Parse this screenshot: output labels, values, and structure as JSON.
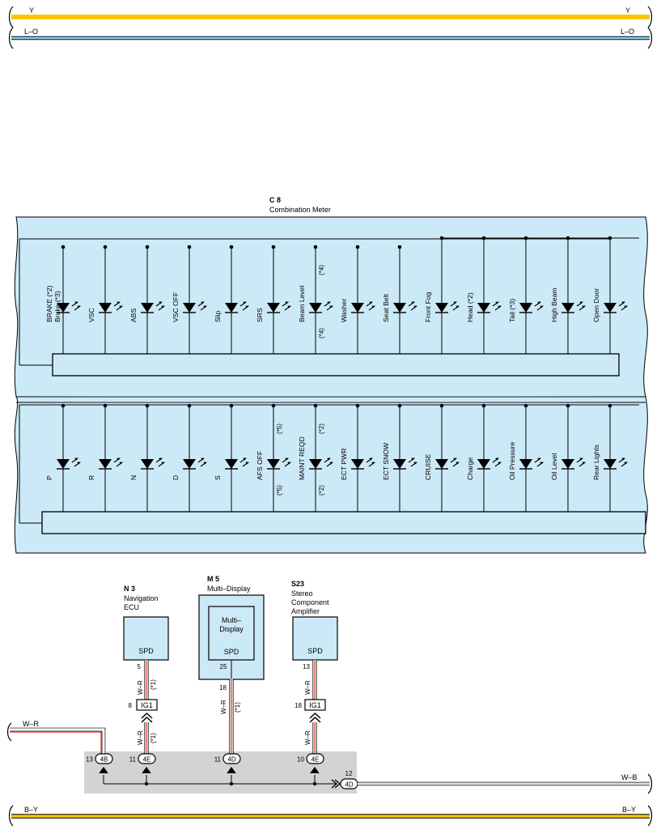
{
  "wires": {
    "top_yellow": {
      "label": "Y",
      "color": "#f5c800"
    },
    "top_blue": {
      "label": "L–O",
      "color": "#29a9d8"
    },
    "bottom_yellow": {
      "label": "B–Y",
      "color": "#f5c800"
    },
    "left_wr": {
      "label": "W–R"
    },
    "right_wb": {
      "label": "W–B"
    }
  },
  "meter": {
    "code": "C 8",
    "name": "Combination Meter",
    "fill": "#cce9f7",
    "top_row": [
      {
        "label": "BRAKE (*2)",
        "label2": "Brake (*3)",
        "feed": "left"
      },
      {
        "label": "VSC",
        "feed": "left"
      },
      {
        "label": "ABS",
        "feed": "left"
      },
      {
        "label": "VSC OFF",
        "feed": "left"
      },
      {
        "label": "Slip",
        "feed": "left"
      },
      {
        "label": "SRS",
        "feed": "left"
      },
      {
        "label": "Beam Level",
        "note_top": "(*4)",
        "note_bottom": "(*4)",
        "feed": "left"
      },
      {
        "label": "Washer",
        "feed": "left"
      },
      {
        "label": "Seat Belt",
        "feed": "left"
      },
      {
        "label": "Front Fog",
        "feed": "right"
      },
      {
        "label": "Head (*2)",
        "feed": "right"
      },
      {
        "label": "Tail (*3)",
        "feed": "right"
      },
      {
        "label": "High Beam",
        "feed": "right"
      },
      {
        "label": "Open Door",
        "feed": "right"
      }
    ],
    "bottom_row": [
      {
        "label": "P"
      },
      {
        "label": "R"
      },
      {
        "label": "N"
      },
      {
        "label": "D"
      },
      {
        "label": "S"
      },
      {
        "label": "AFS OFF",
        "note_top": "(*5)",
        "note_bottom": "(*5)"
      },
      {
        "label": "MAINT REQD",
        "note_top": "(*2)",
        "note_bottom": "(*2)"
      },
      {
        "label": "ECT PWR"
      },
      {
        "label": "ECT SNOW"
      },
      {
        "label": "CRUISE"
      },
      {
        "label": "Charge"
      },
      {
        "label": "Oil Pressure"
      },
      {
        "label": "Oil Level"
      },
      {
        "label": "Rear Lights"
      }
    ]
  },
  "components": {
    "nav": {
      "code": "N 3",
      "name1": "Navigation",
      "name2": "ECU",
      "terminal": "SPD",
      "pin": "5"
    },
    "multi": {
      "code": "M 5",
      "name1": "Multi–Display",
      "inner1": "Multi–",
      "inner2": "Display",
      "terminal": "SPD",
      "pin": "25",
      "pin_below": "18"
    },
    "stereo": {
      "code": "S23",
      "name1": "Stereo",
      "name2": "Component",
      "name3": "Amplifier",
      "terminal": "SPD",
      "pin": "13"
    }
  },
  "harness": {
    "wire_color": "W–R",
    "note": "(*1)",
    "ig1_nav": {
      "label": "IG1",
      "pin": "8"
    },
    "ig1_stereo": {
      "label": "IG1",
      "pin": "18"
    },
    "connectors": [
      {
        "id": "4B",
        "pin": "13"
      },
      {
        "id": "4E",
        "pin": "11"
      },
      {
        "id": "4D",
        "pin": "11"
      },
      {
        "id": "4E",
        "pin": "10"
      },
      {
        "id": "4D",
        "pin": "12"
      }
    ]
  }
}
